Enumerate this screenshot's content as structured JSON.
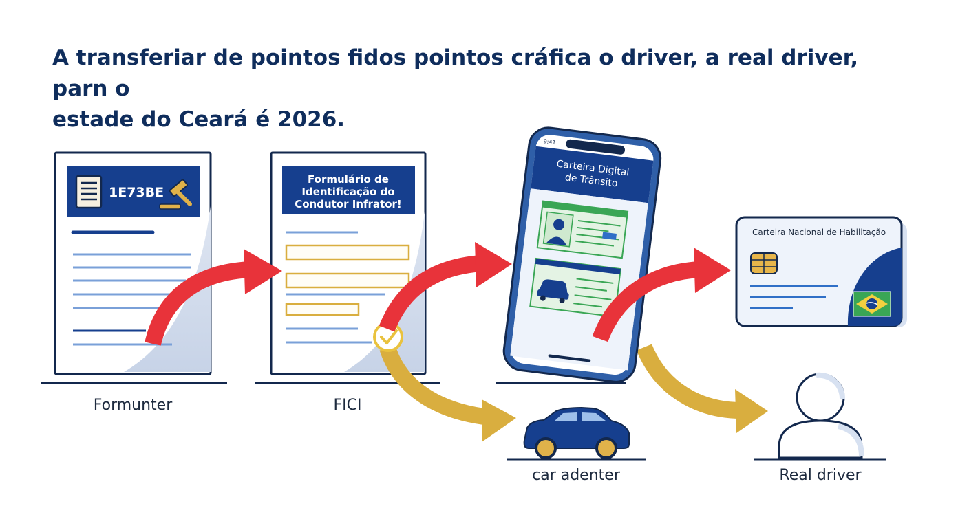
{
  "headline": {
    "line1": "A transferiar de pointos fidos pointos cráfica o driver, a real driver, parn o",
    "line2": "estade do Ceará é 2026."
  },
  "doc1": {
    "code": "1E73BE",
    "label": "Formunter"
  },
  "doc2": {
    "title_line1": "Formulário de",
    "title_line2": "Identificação do",
    "title_line3": "Condutor Infrator!",
    "label": "FICI"
  },
  "phone": {
    "time": "9:41",
    "title_line1": "Carteira Digital",
    "title_line2": "de Trânsito"
  },
  "license_card": {
    "title": "Carteira Nacional de Habilitação"
  },
  "car": {
    "label": "car adenter"
  },
  "person": {
    "label": "Real driver"
  },
  "colors": {
    "navy": "#0f3a86",
    "red_arrow": "#e8333a",
    "gold_arrow": "#d9ae3f",
    "green": "#3aa655",
    "outline": "#13284d"
  }
}
